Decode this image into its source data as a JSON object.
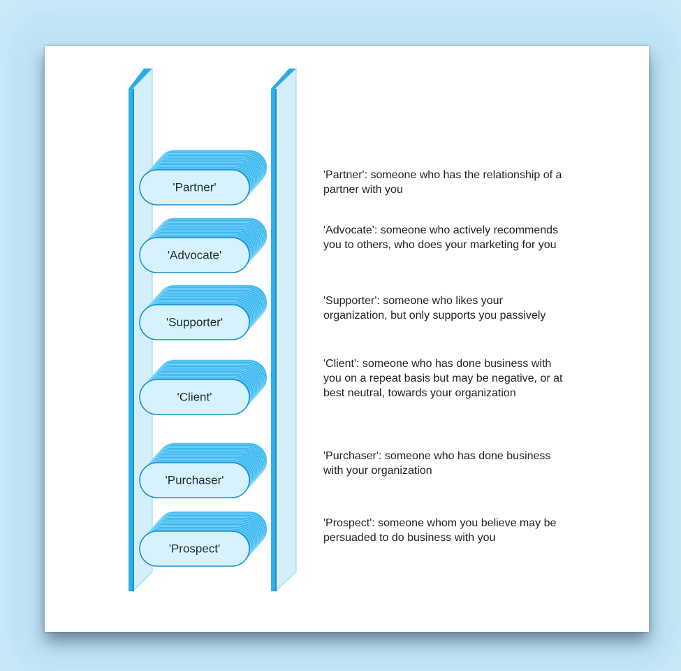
{
  "colors": {
    "outer_background": "#c9e9f8",
    "rail_fill": "#cfeefa",
    "rail_edge": "#29a9e6",
    "rung_face": "#d6f3fd",
    "rung_stack": "#37b6ee",
    "rung_outline": "#1a8fcf"
  },
  "ladder": {
    "rungs": [
      {
        "label": "'Partner'",
        "description": "'Partner': someone who has the relationship of a partner with you"
      },
      {
        "label": "'Advocate'",
        "description": "'Advocate': someone who actively recommends you to others, who does your marketing for you"
      },
      {
        "label": "'Supporter'",
        "description": "'Supporter': someone who likes your organization, but only supports you passively"
      },
      {
        "label": "'Client'",
        "description": "'Client': someone who has done business with you on a repeat basis but may be negative, or at best neutral, towards your organization"
      },
      {
        "label": "'Purchaser'",
        "description": "'Purchaser': someone who has done business with your organization"
      },
      {
        "label": "'Prospect'",
        "description": "'Prospect': someone whom you believe may be persuaded to do business with you"
      }
    ]
  }
}
